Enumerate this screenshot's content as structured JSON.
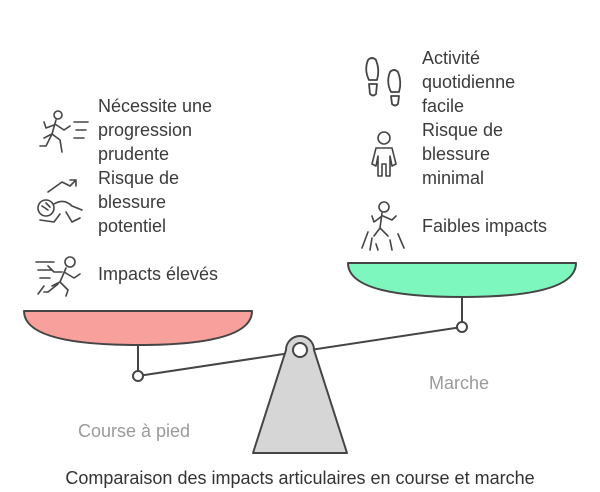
{
  "title": "Comparaison des impacts articulaires en course et marche",
  "left_side": {
    "name": "Course à pied",
    "pan_color": "#f8a09c",
    "items": [
      {
        "icon": "runner-speed-icon",
        "label": "Nécessite une\nprogression\nprudente"
      },
      {
        "icon": "injured-person-icon",
        "label": "Risque de\nblessure\npotentiel"
      },
      {
        "icon": "running-motion-icon",
        "label": "Impacts élevés"
      }
    ]
  },
  "right_side": {
    "name": "Marche",
    "pan_color": "#7ef7bf",
    "items": [
      {
        "icon": "footprints-icon",
        "label": "Activité\nquotidienne\nfacile"
      },
      {
        "icon": "standing-person-icon",
        "label": "Risque de\nblessure\nminimal"
      },
      {
        "icon": "walking-person-icon",
        "label": "Faibles impacts"
      }
    ]
  },
  "colors": {
    "fulcrum": "#d6d6d6",
    "stroke": "#454545"
  }
}
